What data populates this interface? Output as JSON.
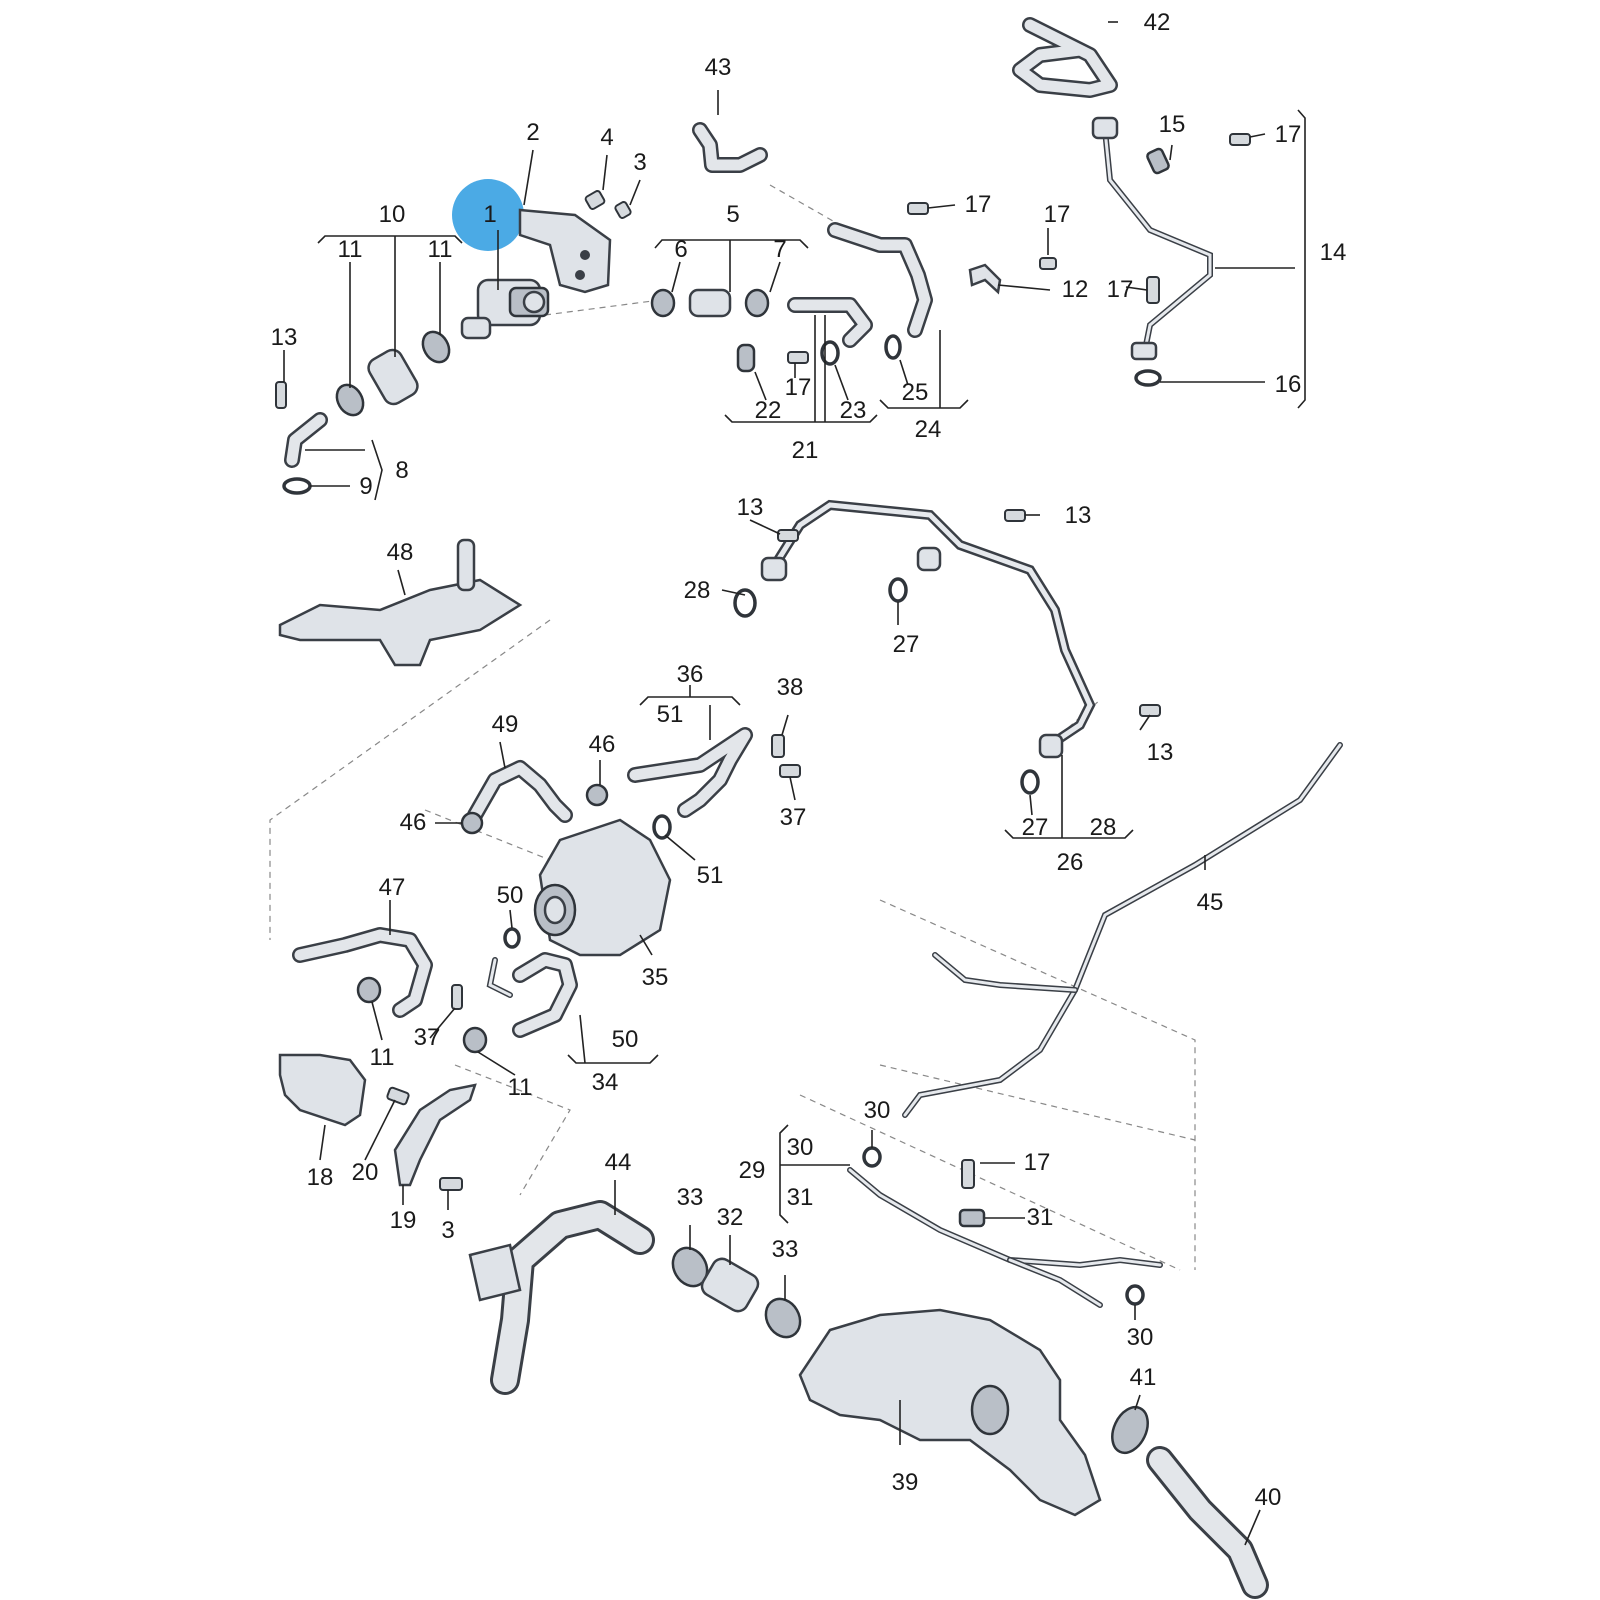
{
  "callouts": [
    "1",
    "2",
    "3",
    "4",
    "5",
    "6",
    "7",
    "8",
    "9",
    "10",
    "11",
    "12",
    "13",
    "14",
    "15",
    "16",
    "17",
    "18",
    "19",
    "20",
    "21",
    "22",
    "23",
    "24",
    "25",
    "26",
    "27",
    "28",
    "29",
    "30",
    "31",
    "32",
    "33",
    "34",
    "35",
    "36",
    "37",
    "38",
    "39",
    "40",
    "41",
    "42",
    "43",
    "44",
    "45",
    "46",
    "47",
    "48",
    "49",
    "50",
    "51"
  ],
  "highlight": {
    "label": "1",
    "color": "#2b9be0"
  },
  "colors": {
    "part_fill": "#dfe3e8",
    "outline": "#3a3f46",
    "leader": "#222222"
  }
}
